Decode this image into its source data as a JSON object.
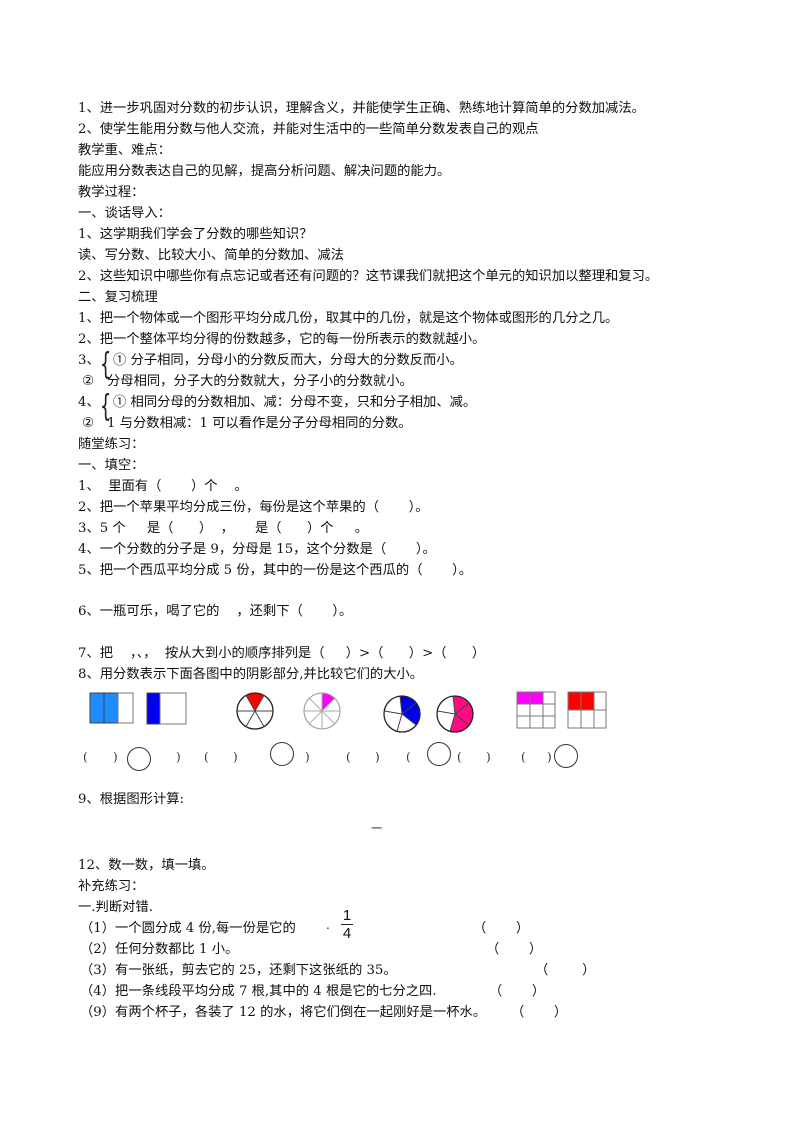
{
  "goals": [
    "1、进一步巩固对分数的初步认识，理解含义，并能使学生正确、熟练地计算简单的分数加减法。",
    "2、使学生能用分数与他人交流，并能对生活中的一些简单分数发表自己的观点"
  ],
  "key_points": {
    "heading": "教学重、难点：",
    "text": "能应用分数表达自己的见解，提高分析问题、解决问题的能力。"
  },
  "process": {
    "heading": "教学过程：",
    "intro": {
      "heading": "一、谈话导入：",
      "items": [
        "1、这学期我们学会了分数的哪些知识？",
        "读、写分数、比较大小、简单的分数加、减法",
        "2、这些知识中哪些你有点忘记或者还有问题的？这节课我们就把这个单元的知识加以整理和复习。"
      ]
    },
    "review": {
      "heading": "二、复习梳理",
      "items": [
        "1、把一个物体或一个图形平均分成几份，取其中的几份，就是这个物体或图形的几分之几。",
        "2、把一个整体平均分得的份数越多，它的每一份所表示的数就越小。"
      ],
      "item3": {
        "prefix": "3、",
        "a": "① 分子相同，分母小的分数反而大，分母大的分数反而小。",
        "b_mark": "②",
        "b": "分母相同，分子大的分数就大，分子小的分数就小。"
      },
      "item4": {
        "prefix": "4、",
        "a": "① 相同分母的分数相加、减：分母不变，只和分子相加、减。",
        "b_mark": "②",
        "b": "1 与分数相减：1 可以看作是分子分母相同的分数。"
      }
    }
  },
  "practice": {
    "heading": "随堂练习：",
    "fill_heading": "一、填空：",
    "items": [
      "1、  里面有（       ）个    。",
      "2、把一个苹果平均分成三份，每份是这个苹果的（       ）。",
      "3、5 个     是（      ）  ，     是（      ）个     。",
      "4、一个分数的分子是 9，分母是 15，这个分数是（       ）。",
      "5、把一个西瓜平均分成 5 份，其中的一份是这个西瓜的（       ）。",
      "6、一瓶可乐，喝了它的    ，还剩下（       ）。",
      "7、把    ，、，  按从大到小的顺序排列是（     ）>（      ）>（      ）",
      "8、用分数表示下面各图中的阴影部分,并比较它们的大小。"
    ],
    "q9": "9、根据图形计算:",
    "q9_operator": "−",
    "q12": "12、数一数，填一填。",
    "paren": "（     ）"
  },
  "figures": {
    "colors": {
      "bar_blue": "#1E8BFF",
      "dark_blue": "#0000EE",
      "red": "#FF0000",
      "magenta": "#FF00FF",
      "pink": "#FF0A80",
      "lavender": "#7F7FFF"
    },
    "shapes": [
      {
        "type": "bar",
        "parts": 3,
        "shaded": 2,
        "color": "bar_blue"
      },
      {
        "type": "bar",
        "parts": 3,
        "shaded": 1,
        "color": "dark_blue"
      },
      {
        "type": "pie",
        "parts": 6,
        "shaded": 1,
        "color": "red"
      },
      {
        "type": "pie",
        "parts": 8,
        "shaded": 1,
        "color": "magenta"
      },
      {
        "type": "pie",
        "parts": 5,
        "shaded": 2,
        "color": "dark_blue"
      },
      {
        "type": "pie",
        "parts": 5,
        "shaded": 3,
        "color": "pink"
      },
      {
        "type": "grid",
        "parts": 9,
        "shaded": 2,
        "color": "magenta"
      },
      {
        "type": "grid",
        "parts": 6,
        "shaded": 2,
        "color": "red"
      }
    ]
  },
  "supplement": {
    "heading": "补充练习：",
    "judge_heading": "一.判断对错.",
    "items": [
      {
        "text": "（1）一个圆分成 4 份,每一份是它的",
        "dot": ".",
        "frac_num": "1",
        "frac_den": "4",
        "answer": "（       ）"
      },
      {
        "text": "（2）任何分数都比 1 小。",
        "answer": "（       ）"
      },
      {
        "text": "（3）有一张纸，剪去它的 25，还剩下这张纸的 35。",
        "answer": "（        ）"
      },
      {
        "text": "（4）把一条线段平均分成 7 根,其中的 4 根是它的七分之四.",
        "answer": "（       ）"
      },
      {
        "text": "（9）有两个杯子，各装了 12 的水，将它们倒在一起刚好是一杯水。",
        "answer": "（       ）"
      }
    ]
  }
}
